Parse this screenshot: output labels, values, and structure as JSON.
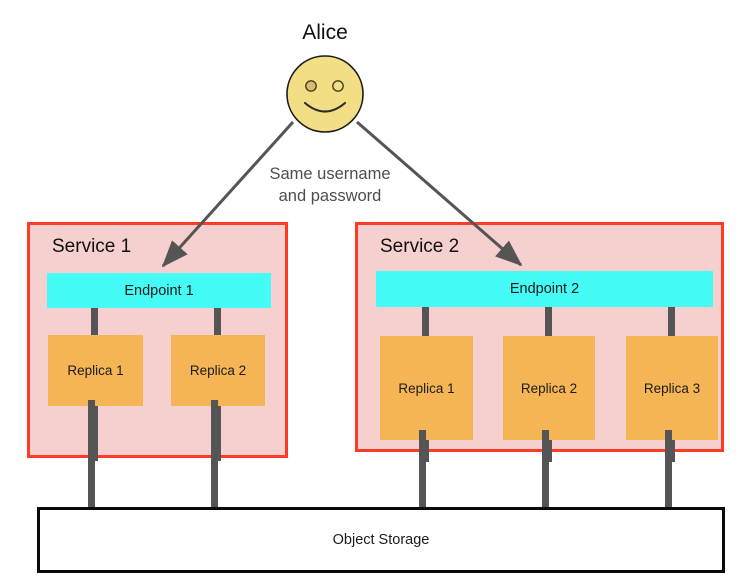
{
  "diagram": {
    "actor": {
      "name": "Alice",
      "icon": "smiley-face-icon",
      "face_color": "#f2de84",
      "outline_color": "#1a1a1a"
    },
    "trust_note": {
      "line1": "Same username",
      "line2": "and password",
      "color": "#4d4d4d"
    },
    "services": [
      {
        "title": "Service 1",
        "border_color": "#ff3b26",
        "fill_color": "#f5d0ce",
        "endpoint": {
          "label": "Endpoint 1",
          "color": "#45fbf5"
        },
        "replicas": [
          {
            "label": "Replica 1",
            "color": "#f5b555"
          },
          {
            "label": "Replica 2",
            "color": "#f5b555"
          }
        ]
      },
      {
        "title": "Service 2",
        "border_color": "#ff3b26",
        "fill_color": "#f5d0ce",
        "endpoint": {
          "label": "Endpoint 2",
          "color": "#45fbf5"
        },
        "replicas": [
          {
            "label": "Replica 1",
            "color": "#f5b555"
          },
          {
            "label": "Replica 2",
            "color": "#f5b555"
          },
          {
            "label": "Replica 3",
            "color": "#f5b555"
          }
        ]
      }
    ],
    "storage": {
      "label": "Object Storage",
      "border_color": "#0a0a0a",
      "fill_color": "#ffffff"
    },
    "connector_color": "#555555"
  }
}
